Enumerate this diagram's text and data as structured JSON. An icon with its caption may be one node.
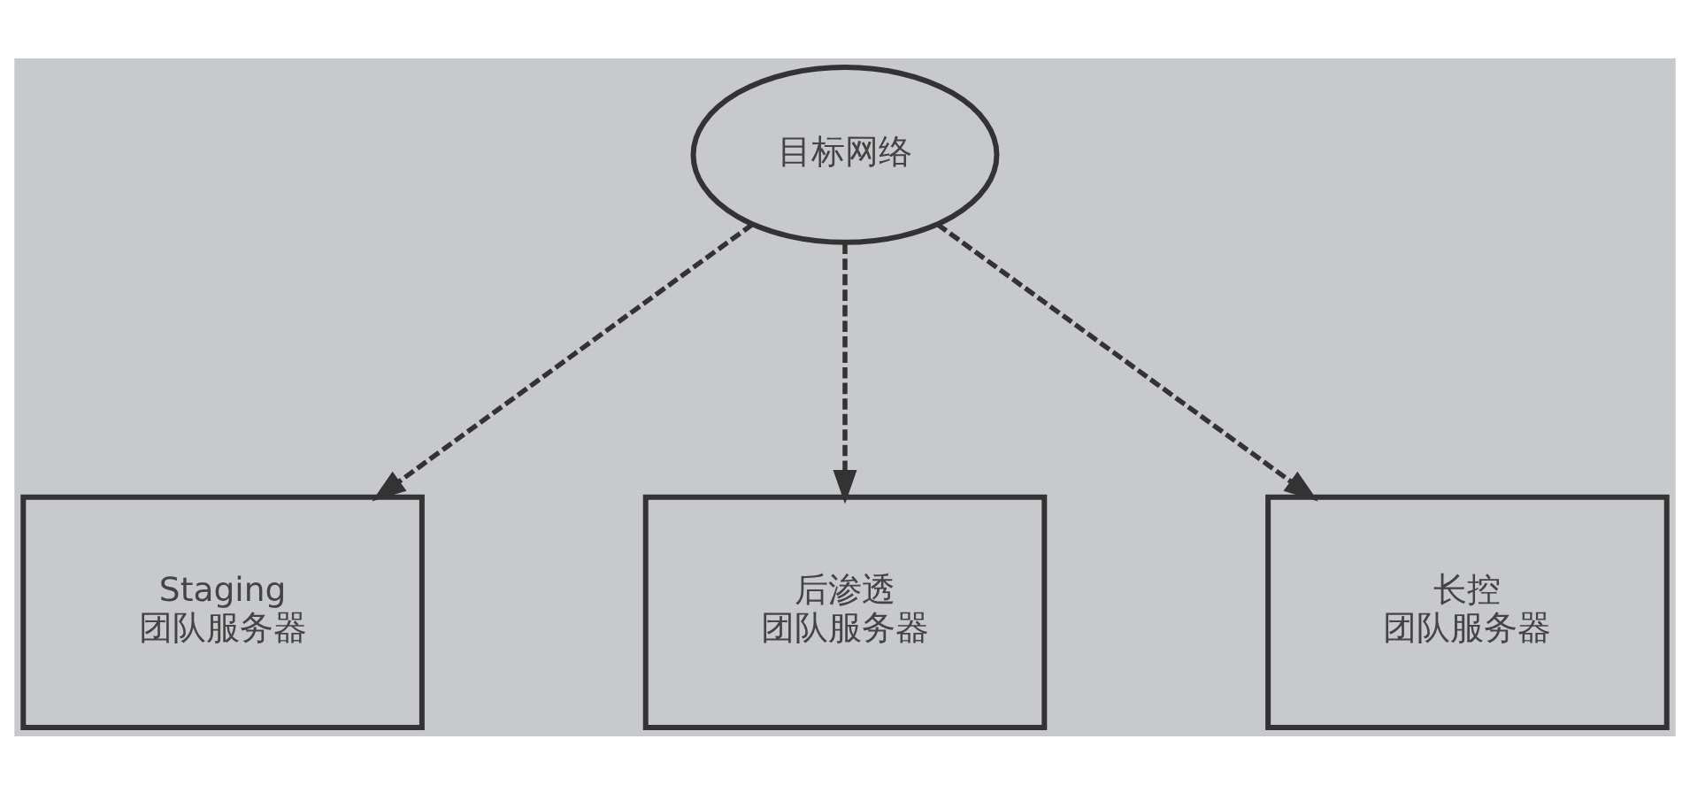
{
  "diagram": {
    "nodes": [
      {
        "text": [
          "目标网络"
        ]
      },
      {
        "text": [
          "Staging",
          "团队服务器"
        ]
      },
      {
        "text": [
          "后渗透",
          "团队服务器"
        ]
      },
      {
        "text": [
          "长控",
          "团队服务器"
        ]
      }
    ],
    "edges": [
      {
        "from": 0,
        "to": 1,
        "arrow": "to",
        "style": "dashed"
      },
      {
        "from": 0,
        "to": 2,
        "arrow": "to",
        "style": "dashed"
      },
      {
        "from": 0,
        "to": 3,
        "arrow": "to",
        "style": "dashed"
      }
    ]
  }
}
